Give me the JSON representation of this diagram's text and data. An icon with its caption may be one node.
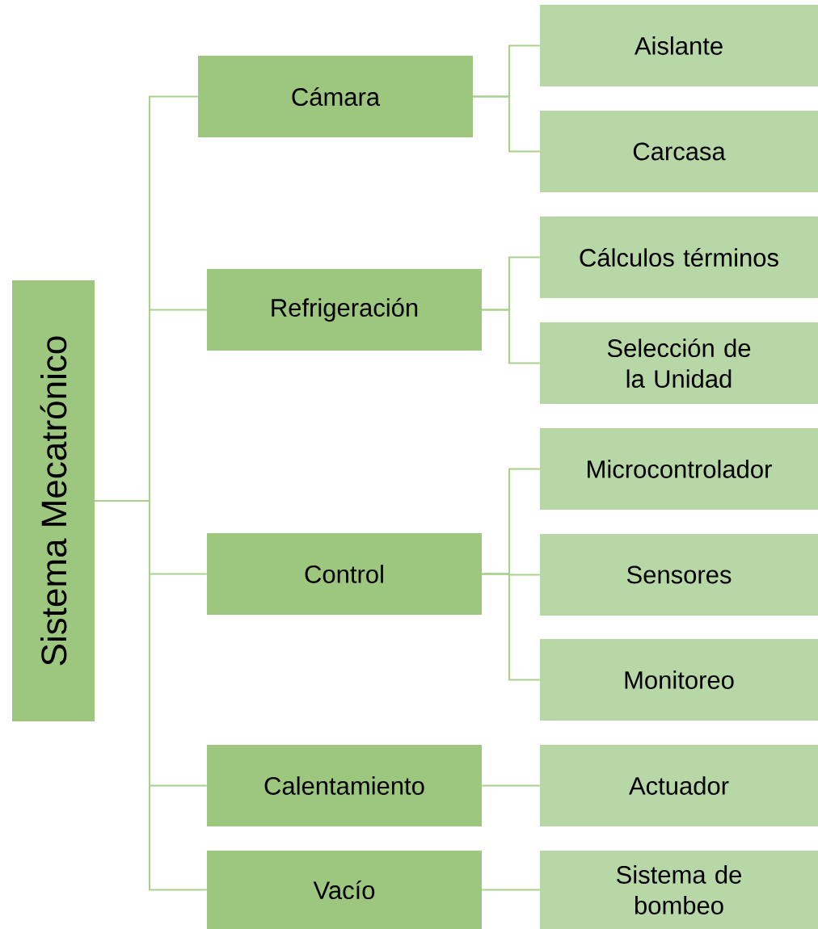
{
  "diagram": {
    "nodes": [
      {
        "text": [
          "Sistema Mecatrónico"
        ]
      },
      {
        "text": [
          "Cámara"
        ]
      },
      {
        "text": [
          "Aislante"
        ]
      },
      {
        "text": [
          "Carcasa"
        ]
      },
      {
        "text": [
          "Refrigeración"
        ]
      },
      {
        "text": [
          "Cálculos términos"
        ]
      },
      {
        "text": [
          "Selección de la Unidad"
        ]
      },
      {
        "text": [
          "Control"
        ]
      },
      {
        "text": [
          "Microcontrolador"
        ]
      },
      {
        "text": [
          "Sensores"
        ]
      },
      {
        "text": [
          "Monitoreo"
        ]
      },
      {
        "text": [
          "Calentamiento"
        ]
      },
      {
        "text": [
          "Actuador"
        ]
      },
      {
        "text": [
          "Vacío"
        ]
      },
      {
        "text": [
          "Sistema de bombeo"
        ]
      }
    ],
    "edges": [
      {
        "from": 0,
        "to": 1,
        "arrow": "none"
      },
      {
        "from": 1,
        "to": 2,
        "arrow": "none"
      },
      {
        "from": 1,
        "to": 3,
        "arrow": "none"
      },
      {
        "from": 0,
        "to": 4,
        "arrow": "none"
      },
      {
        "from": 4,
        "to": 5,
        "arrow": "none"
      },
      {
        "from": 4,
        "to": 6,
        "arrow": "none"
      },
      {
        "from": 0,
        "to": 7,
        "arrow": "none"
      },
      {
        "from": 7,
        "to": 8,
        "arrow": "none"
      },
      {
        "from": 7,
        "to": 9,
        "arrow": "none"
      },
      {
        "from": 7,
        "to": 10,
        "arrow": "none"
      },
      {
        "from": 0,
        "to": 11,
        "arrow": "none"
      },
      {
        "from": 11,
        "to": 12,
        "arrow": "none"
      },
      {
        "from": 0,
        "to": 13,
        "arrow": "none"
      },
      {
        "from": 13,
        "to": 14,
        "arrow": "none"
      }
    ]
  }
}
